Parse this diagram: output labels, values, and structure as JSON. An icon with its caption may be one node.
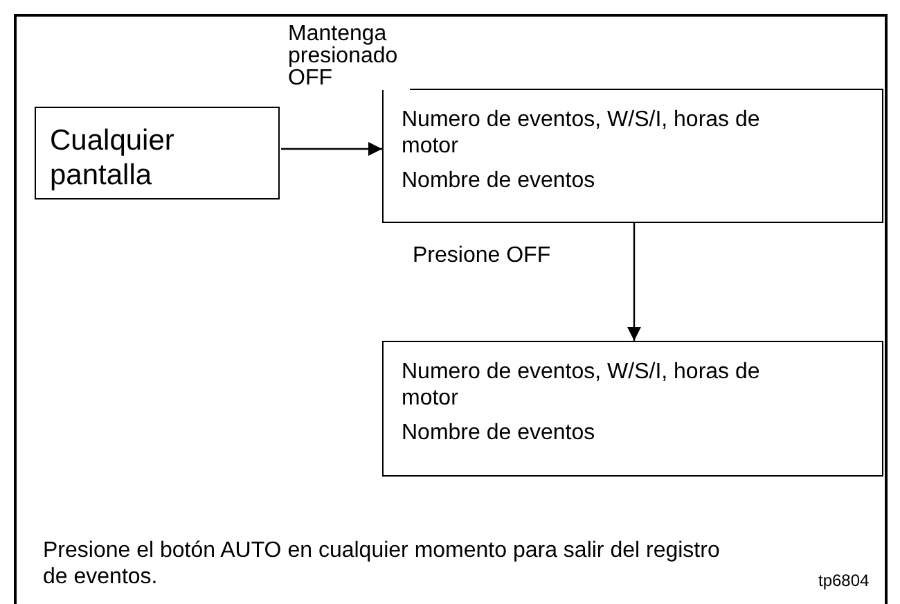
{
  "diagram": {
    "nodes": [
      {
        "text": [
          "Cualquier pantalla"
        ]
      },
      {
        "text": [
          "Numero de eventos, W/S/I, horas de motor",
          "Nombre de eventos"
        ]
      },
      {
        "text": [
          "Numero de eventos, W/S/I, horas de motor",
          "Nombre de eventos"
        ]
      }
    ],
    "edges": [
      {
        "from": 0,
        "to": 1,
        "arrow": "to",
        "label": "Mantenga presionado OFF"
      },
      {
        "from": 1,
        "to": 2,
        "arrow": "to",
        "label": "Presione OFF"
      }
    ],
    "labels": [
      "Presione el botón AUTO en cualquier momento para salir del registro de eventos.",
      "tp6804"
    ]
  }
}
